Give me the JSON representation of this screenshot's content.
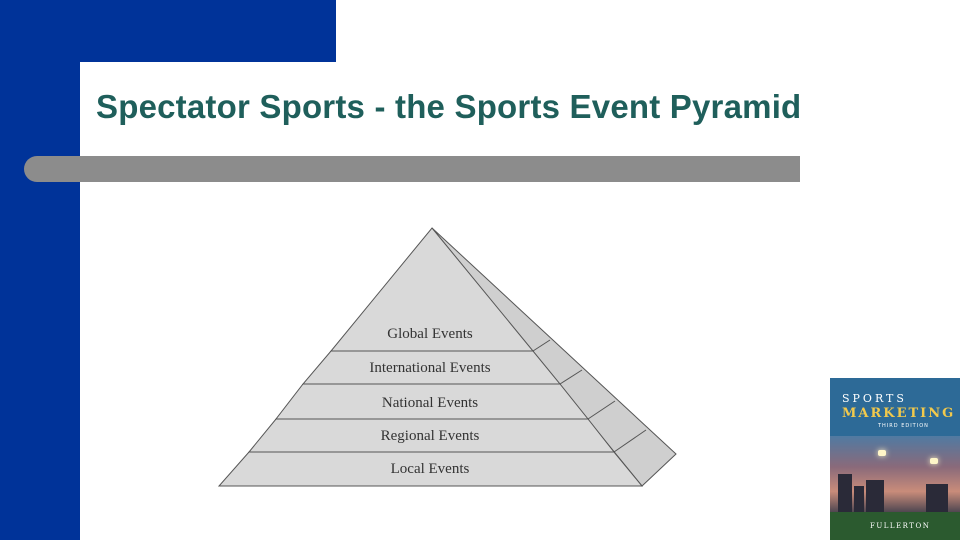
{
  "slide": {
    "title": "Spectator Sports - the Sports Event Pyramid",
    "colors": {
      "accent_blue": "#003399",
      "title_green": "#1f5f5b",
      "bar_gray": "#8c8c8c"
    }
  },
  "pyramid": {
    "levels": [
      {
        "label": "Global Events"
      },
      {
        "label": "International Events"
      },
      {
        "label": "National Events"
      },
      {
        "label": "Regional Events"
      },
      {
        "label": "Local Events"
      }
    ],
    "fill": "#d9d9d9"
  },
  "book": {
    "series": "SPORTS",
    "title": "MARKETING",
    "edition": "THIRD EDITION",
    "author": "FULLERTON"
  }
}
